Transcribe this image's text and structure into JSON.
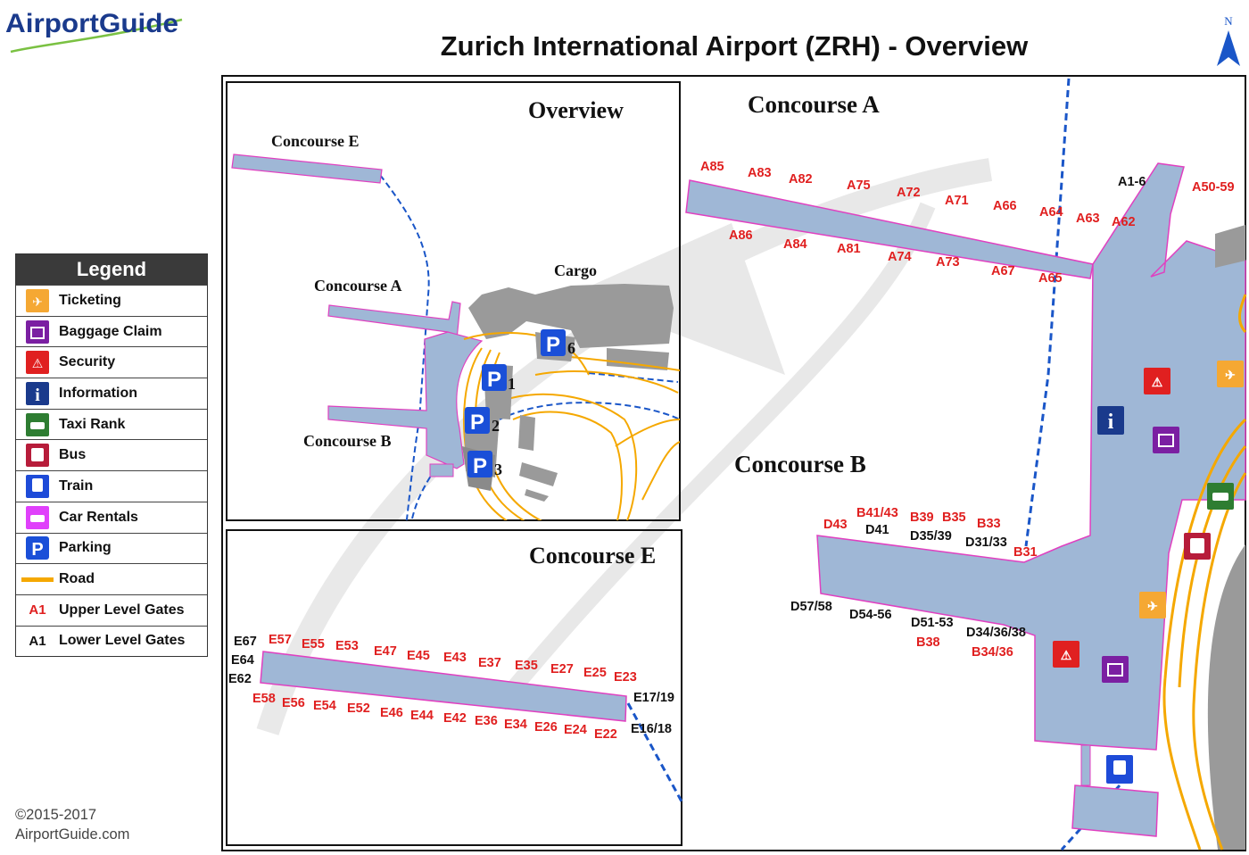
{
  "brand": {
    "logo_text": "AirportGuide"
  },
  "title": "Zurich International Airport (ZRH) - Overview",
  "north_label": "N",
  "legend": {
    "title": "Legend",
    "items": [
      {
        "label": "Ticketing",
        "icon": "ticketing-icon",
        "color": "#f5a833"
      },
      {
        "label": "Baggage Claim",
        "icon": "baggage-claim-icon",
        "color": "#7b1fa2"
      },
      {
        "label": "Security",
        "icon": "security-icon",
        "color": "#e02020"
      },
      {
        "label": "Information",
        "icon": "information-icon",
        "color": "#1a3a8c"
      },
      {
        "label": "Taxi Rank",
        "icon": "taxi-icon",
        "color": "#2e7d32"
      },
      {
        "label": "Bus",
        "icon": "bus-icon",
        "color": "#b71c3a"
      },
      {
        "label": "Train",
        "icon": "train-icon",
        "color": "#1e4bd8"
      },
      {
        "label": "Car Rentals",
        "icon": "car-rental-icon",
        "color": "#e040fb"
      },
      {
        "label": "Parking",
        "icon": "parking-icon",
        "color": "#1a4fd8"
      },
      {
        "label": "Road",
        "icon": "road-icon",
        "color": "#f5a800"
      },
      {
        "label": "Upper Level Gates",
        "icon": "upper-gate-sample",
        "sample": "A1",
        "color": "#e02020"
      },
      {
        "label": "Lower Level Gates",
        "icon": "lower-gate-sample",
        "sample": "A1",
        "color": "#111111"
      }
    ]
  },
  "copyright": [
    "©2015-2017",
    "AirportGuide.com"
  ],
  "overview_panel": {
    "title": "Overview",
    "labels": {
      "concourse_e": "Concourse E",
      "concourse_a": "Concourse A",
      "concourse_b": "Concourse B",
      "cargo": "Cargo"
    },
    "parking": [
      {
        "letter": "P",
        "num": "1"
      },
      {
        "letter": "P",
        "num": "2"
      },
      {
        "letter": "P",
        "num": "3"
      },
      {
        "letter": "P",
        "num": "6"
      }
    ]
  },
  "concourse_e_panel": {
    "title": "Concourse E",
    "upper_top": [
      "E57",
      "E55",
      "E53",
      "E47",
      "E45",
      "E43",
      "E37",
      "E35",
      "E27",
      "E25",
      "E23"
    ],
    "upper_bottom": [
      "E58",
      "E56",
      "E54",
      "E52",
      "E46",
      "E44",
      "E42",
      "E36",
      "E34",
      "E26",
      "E24",
      "E22"
    ],
    "lower": [
      "E67",
      "E64",
      "E62",
      "E17/19",
      "E16/18"
    ]
  },
  "main_panel": {
    "concourse_a_title": "Concourse A",
    "concourse_b_title": "Concourse B",
    "a_upper": [
      "A85",
      "A83",
      "A82",
      "A75",
      "A72",
      "A71",
      "A66",
      "A64",
      "A63",
      "A62",
      "A50-59",
      "A86",
      "A84",
      "A81",
      "A74",
      "A73",
      "A67",
      "A65"
    ],
    "a_lower": [
      "A1-6"
    ],
    "b_upper": [
      "D43",
      "B41/43",
      "B39",
      "B35",
      "B33",
      "B31",
      "B38",
      "B34/36"
    ],
    "b_lower": [
      "D41",
      "D35/39",
      "D31/33",
      "D57/58",
      "D54-56",
      "D51-53",
      "D34/36/38"
    ]
  },
  "colors": {
    "terminal": "#9fb7d6",
    "terminal_edge": "#e040c0",
    "road": "#f5a800",
    "rail": "#1a56c8",
    "cargo": "#9a9a9a",
    "upper_gate": "#e02020",
    "lower_gate": "#111111"
  }
}
